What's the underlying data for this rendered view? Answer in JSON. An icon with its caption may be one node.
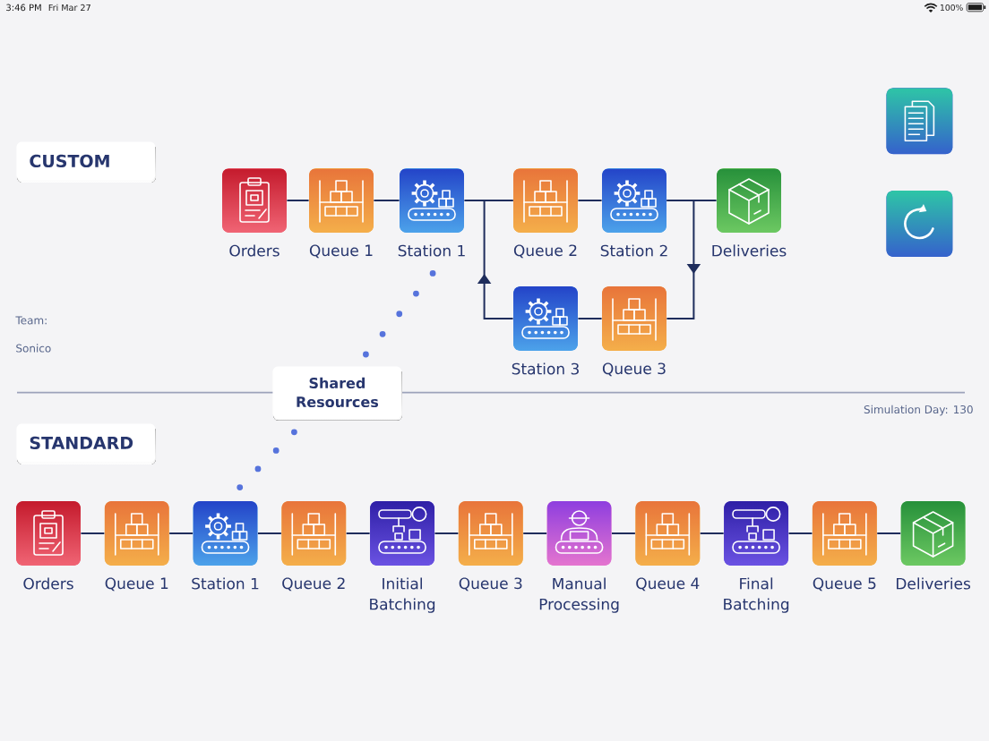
{
  "diagram": {
    "nodes": [
      {
        "text": [
          "CUSTOM"
        ]
      },
      {
        "text": [
          "Orders"
        ]
      },
      {
        "text": [
          "Queue 1"
        ]
      },
      {
        "text": [
          "Station 1"
        ]
      },
      {
        "text": [
          "Queue 2"
        ]
      },
      {
        "text": [
          "Station 2"
        ]
      },
      {
        "text": [
          "Deliveries"
        ]
      },
      {
        "text": [
          "Station 3"
        ]
      },
      {
        "text": [
          "Queue 3"
        ]
      },
      {
        "text": [
          "Shared Resources"
        ]
      },
      {
        "text": [
          "STANDARD"
        ]
      },
      {
        "text": [
          "Orders"
        ]
      },
      {
        "text": [
          "Queue 1"
        ]
      },
      {
        "text": [
          "Station 1"
        ]
      },
      {
        "text": [
          "Queue 2"
        ]
      },
      {
        "text": [
          "Initial Batching"
        ]
      },
      {
        "text": [
          "Queue 3"
        ]
      },
      {
        "text": [
          "Manual Processing"
        ]
      },
      {
        "text": [
          "Queue 4"
        ]
      },
      {
        "text": [
          "Final Batching"
        ]
      },
      {
        "text": [
          "Queue 5"
        ]
      },
      {
        "text": [
          "Deliveries"
        ]
      }
    ],
    "edges": [
      {
        "from": 1,
        "to": 2,
        "arrow": "none"
      },
      {
        "from": 2,
        "to": 3,
        "arrow": "none"
      },
      {
        "from": 3,
        "to": 4,
        "arrow": "none"
      },
      {
        "from": 7,
        "to": 4,
        "arrow": "to"
      },
      {
        "from": 4,
        "to": 5,
        "arrow": "none"
      },
      {
        "from": 5,
        "to": 6,
        "arrow": "none"
      },
      {
        "from": 5,
        "to": 8,
        "arrow": "to"
      },
      {
        "from": 8,
        "to": 7,
        "arrow": "none"
      },
      {
        "from": 9,
        "to": 3,
        "arrow": "none",
        "style": "dashed",
        "color": "#5673dc"
      },
      {
        "from": 9,
        "to": 13,
        "arrow": "none",
        "style": "dashed",
        "color": "#5673dc"
      },
      {
        "from": 11,
        "to": 12,
        "arrow": "none"
      },
      {
        "from": 12,
        "to": 13,
        "arrow": "none"
      },
      {
        "from": 13,
        "to": 14,
        "arrow": "none"
      },
      {
        "from": 14,
        "to": 15,
        "arrow": "none"
      },
      {
        "from": 15,
        "to": 16,
        "arrow": "none"
      },
      {
        "from": 16,
        "to": 17,
        "arrow": "none"
      },
      {
        "from": 17,
        "to": 18,
        "arrow": "none"
      },
      {
        "from": 18,
        "to": 19,
        "arrow": "none"
      },
      {
        "from": 19,
        "to": 20,
        "arrow": "none"
      },
      {
        "from": 20,
        "to": 21,
        "arrow": "none"
      }
    ],
    "labels": [
      "3:46 PM",
      "Fri Mar 27",
      "100%",
      "Team:",
      "Sonico",
      "Simulation Day: 130"
    ]
  }
}
